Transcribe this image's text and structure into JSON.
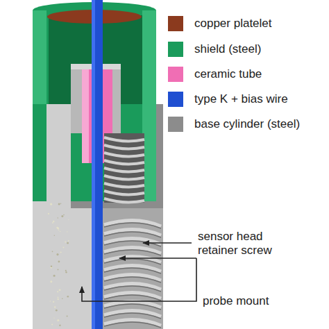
{
  "diagram": {
    "labels": [
      "sensor head retainer screw",
      "probe mount"
    ],
    "legend": [
      {
        "text": "copper platelet",
        "color": "#8b3a1e"
      },
      {
        "text": "shield (steel)",
        "color": "#1a9b5b"
      },
      {
        "text": "ceramic tube",
        "color": "#f06eb4"
      },
      {
        "text": "type K + bias wire",
        "color": "#1f4fd1"
      },
      {
        "text": "base cylinder (steel)",
        "color": "#8c8c8c"
      }
    ]
  }
}
